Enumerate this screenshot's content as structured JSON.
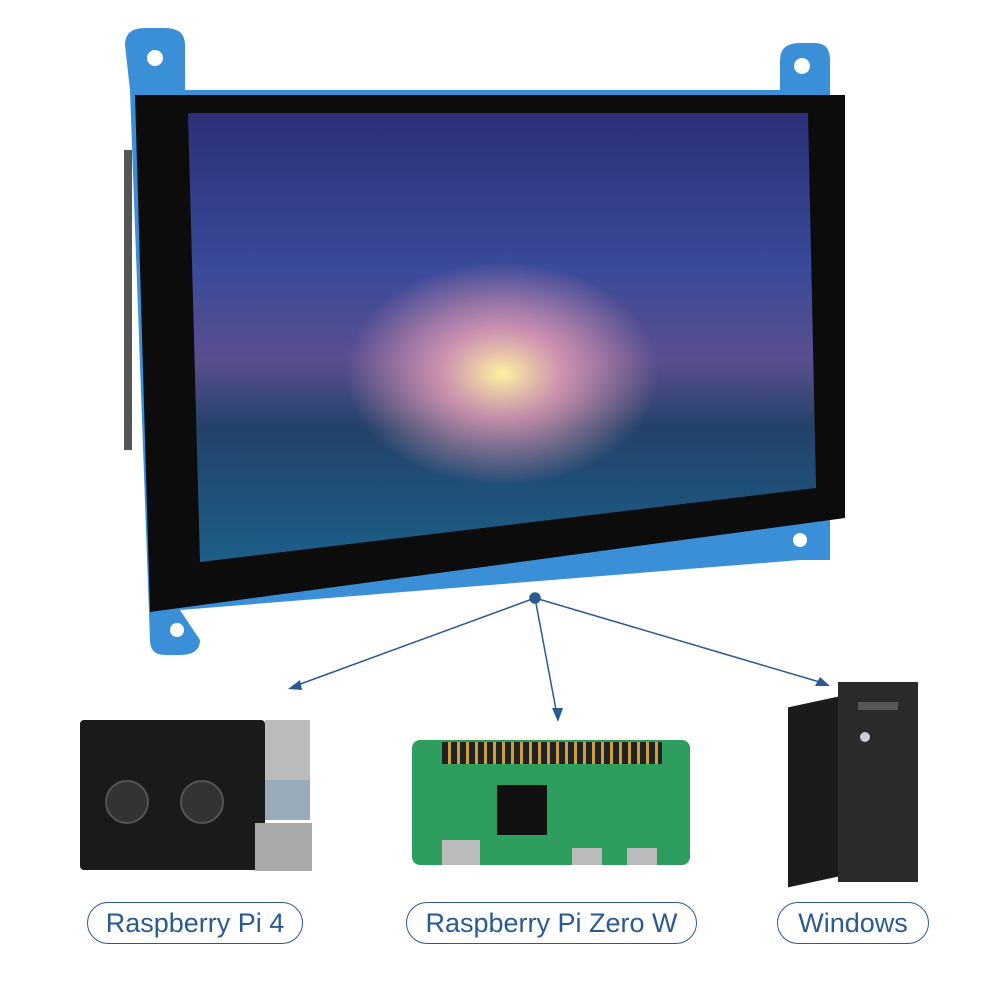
{
  "colors": {
    "accent": "#2a5a92",
    "bracket": "#3b8fd6",
    "bezel": "#0c0c0c"
  },
  "devices": [
    {
      "label": "Raspberry Pi 4",
      "icon": "raspberry-pi-4-case-icon"
    },
    {
      "label": "Raspberry Pi Zero W",
      "icon": "raspberry-pi-zero-board-icon"
    },
    {
      "label": "Windows",
      "icon": "desktop-tower-pc-icon"
    }
  ]
}
